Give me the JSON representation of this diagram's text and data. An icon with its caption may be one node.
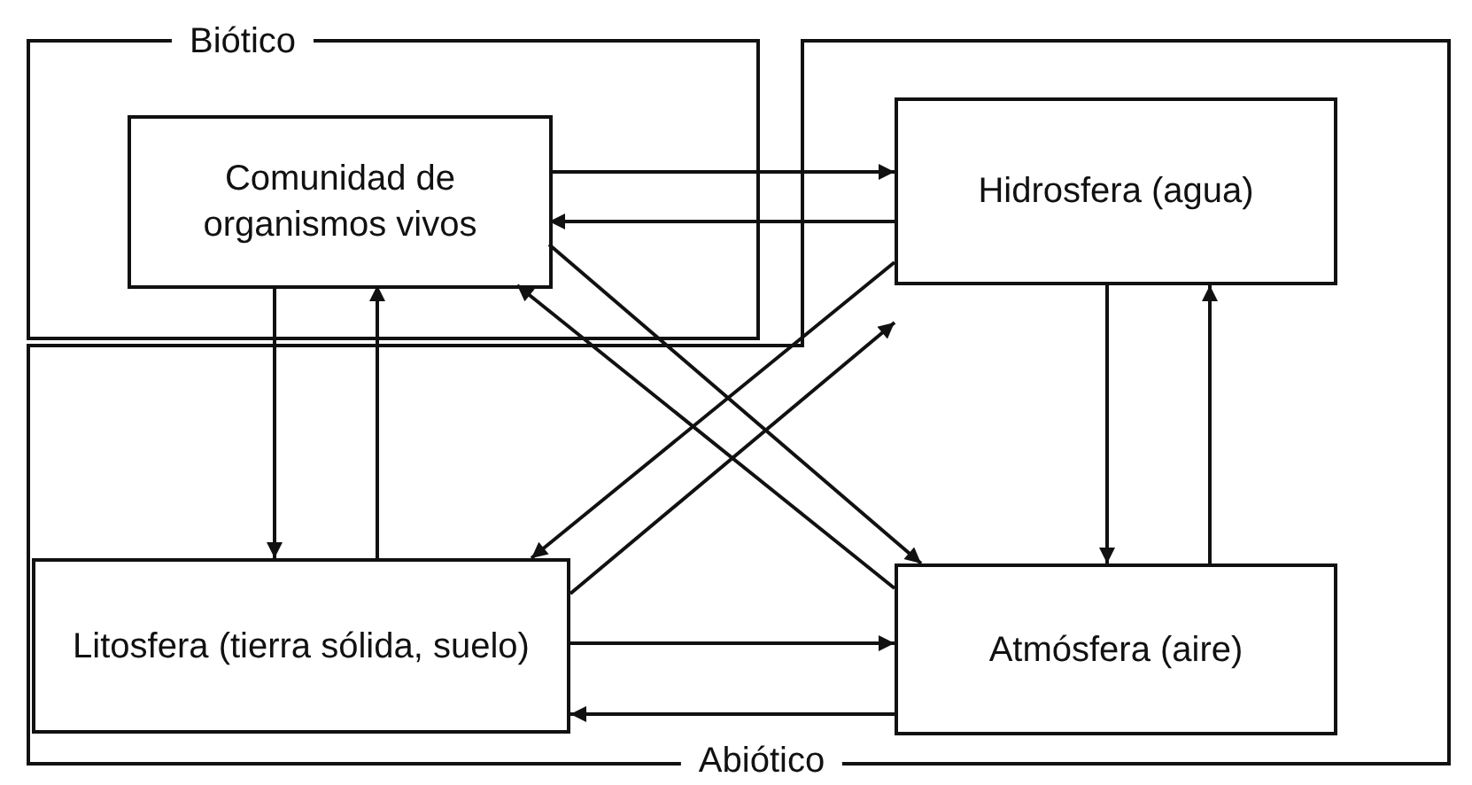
{
  "diagram": {
    "nodes": [
      {
        "text": [
          "Biótico"
        ]
      },
      {
        "text": [
          "Comunidad de organismos vivos"
        ],
        "in": 0
      },
      {
        "text": [
          "Abiótico"
        ]
      },
      {
        "text": [
          "Hidrosfera (agua)"
        ],
        "in": 2
      },
      {
        "text": [
          "Litosfera (tierra sólida, suelo)"
        ],
        "in": 2
      },
      {
        "text": [
          "Atmósfera (aire)"
        ],
        "in": 2
      }
    ],
    "edges": [
      {
        "from": 1,
        "to": 3,
        "arrow": "to"
      },
      {
        "from": 3,
        "to": 1,
        "arrow": "to"
      },
      {
        "from": 1,
        "to": 4,
        "arrow": "to"
      },
      {
        "from": 4,
        "to": 1,
        "arrow": "to"
      },
      {
        "from": 3,
        "to": 5,
        "arrow": "to"
      },
      {
        "from": 5,
        "to": 3,
        "arrow": "to"
      },
      {
        "from": 1,
        "to": 5,
        "arrow": "to"
      },
      {
        "from": 5,
        "to": 1,
        "arrow": "to"
      },
      {
        "from": 4,
        "to": 3,
        "arrow": "to"
      },
      {
        "from": 3,
        "to": 4,
        "arrow": "to"
      },
      {
        "from": 4,
        "to": 5,
        "arrow": "to"
      },
      {
        "from": 5,
        "to": 4,
        "arrow": "to"
      }
    ]
  }
}
